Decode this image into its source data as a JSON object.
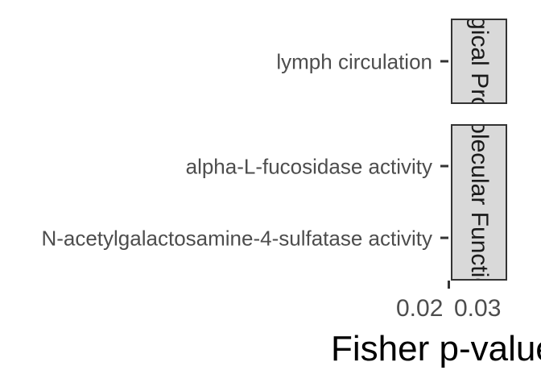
{
  "chart_data": {
    "type": "bar",
    "xlabel": "Fisher p-value",
    "ylabel": "",
    "facets": [
      {
        "label": "Biological Process",
        "categories": [
          "lymph circulation"
        ]
      },
      {
        "label": "Molecular Function",
        "categories": [
          "alpha-L-fucosidase activity",
          "N-acetylgalactosamine-4-sulfatase activity"
        ]
      }
    ],
    "x_tick_labels": [
      "0.02",
      "0.03"
    ],
    "categories": [
      "lymph circulation",
      "alpha-L-fucosidase activity",
      "N-acetylgalactosamine-4-sulfatase activity"
    ]
  }
}
